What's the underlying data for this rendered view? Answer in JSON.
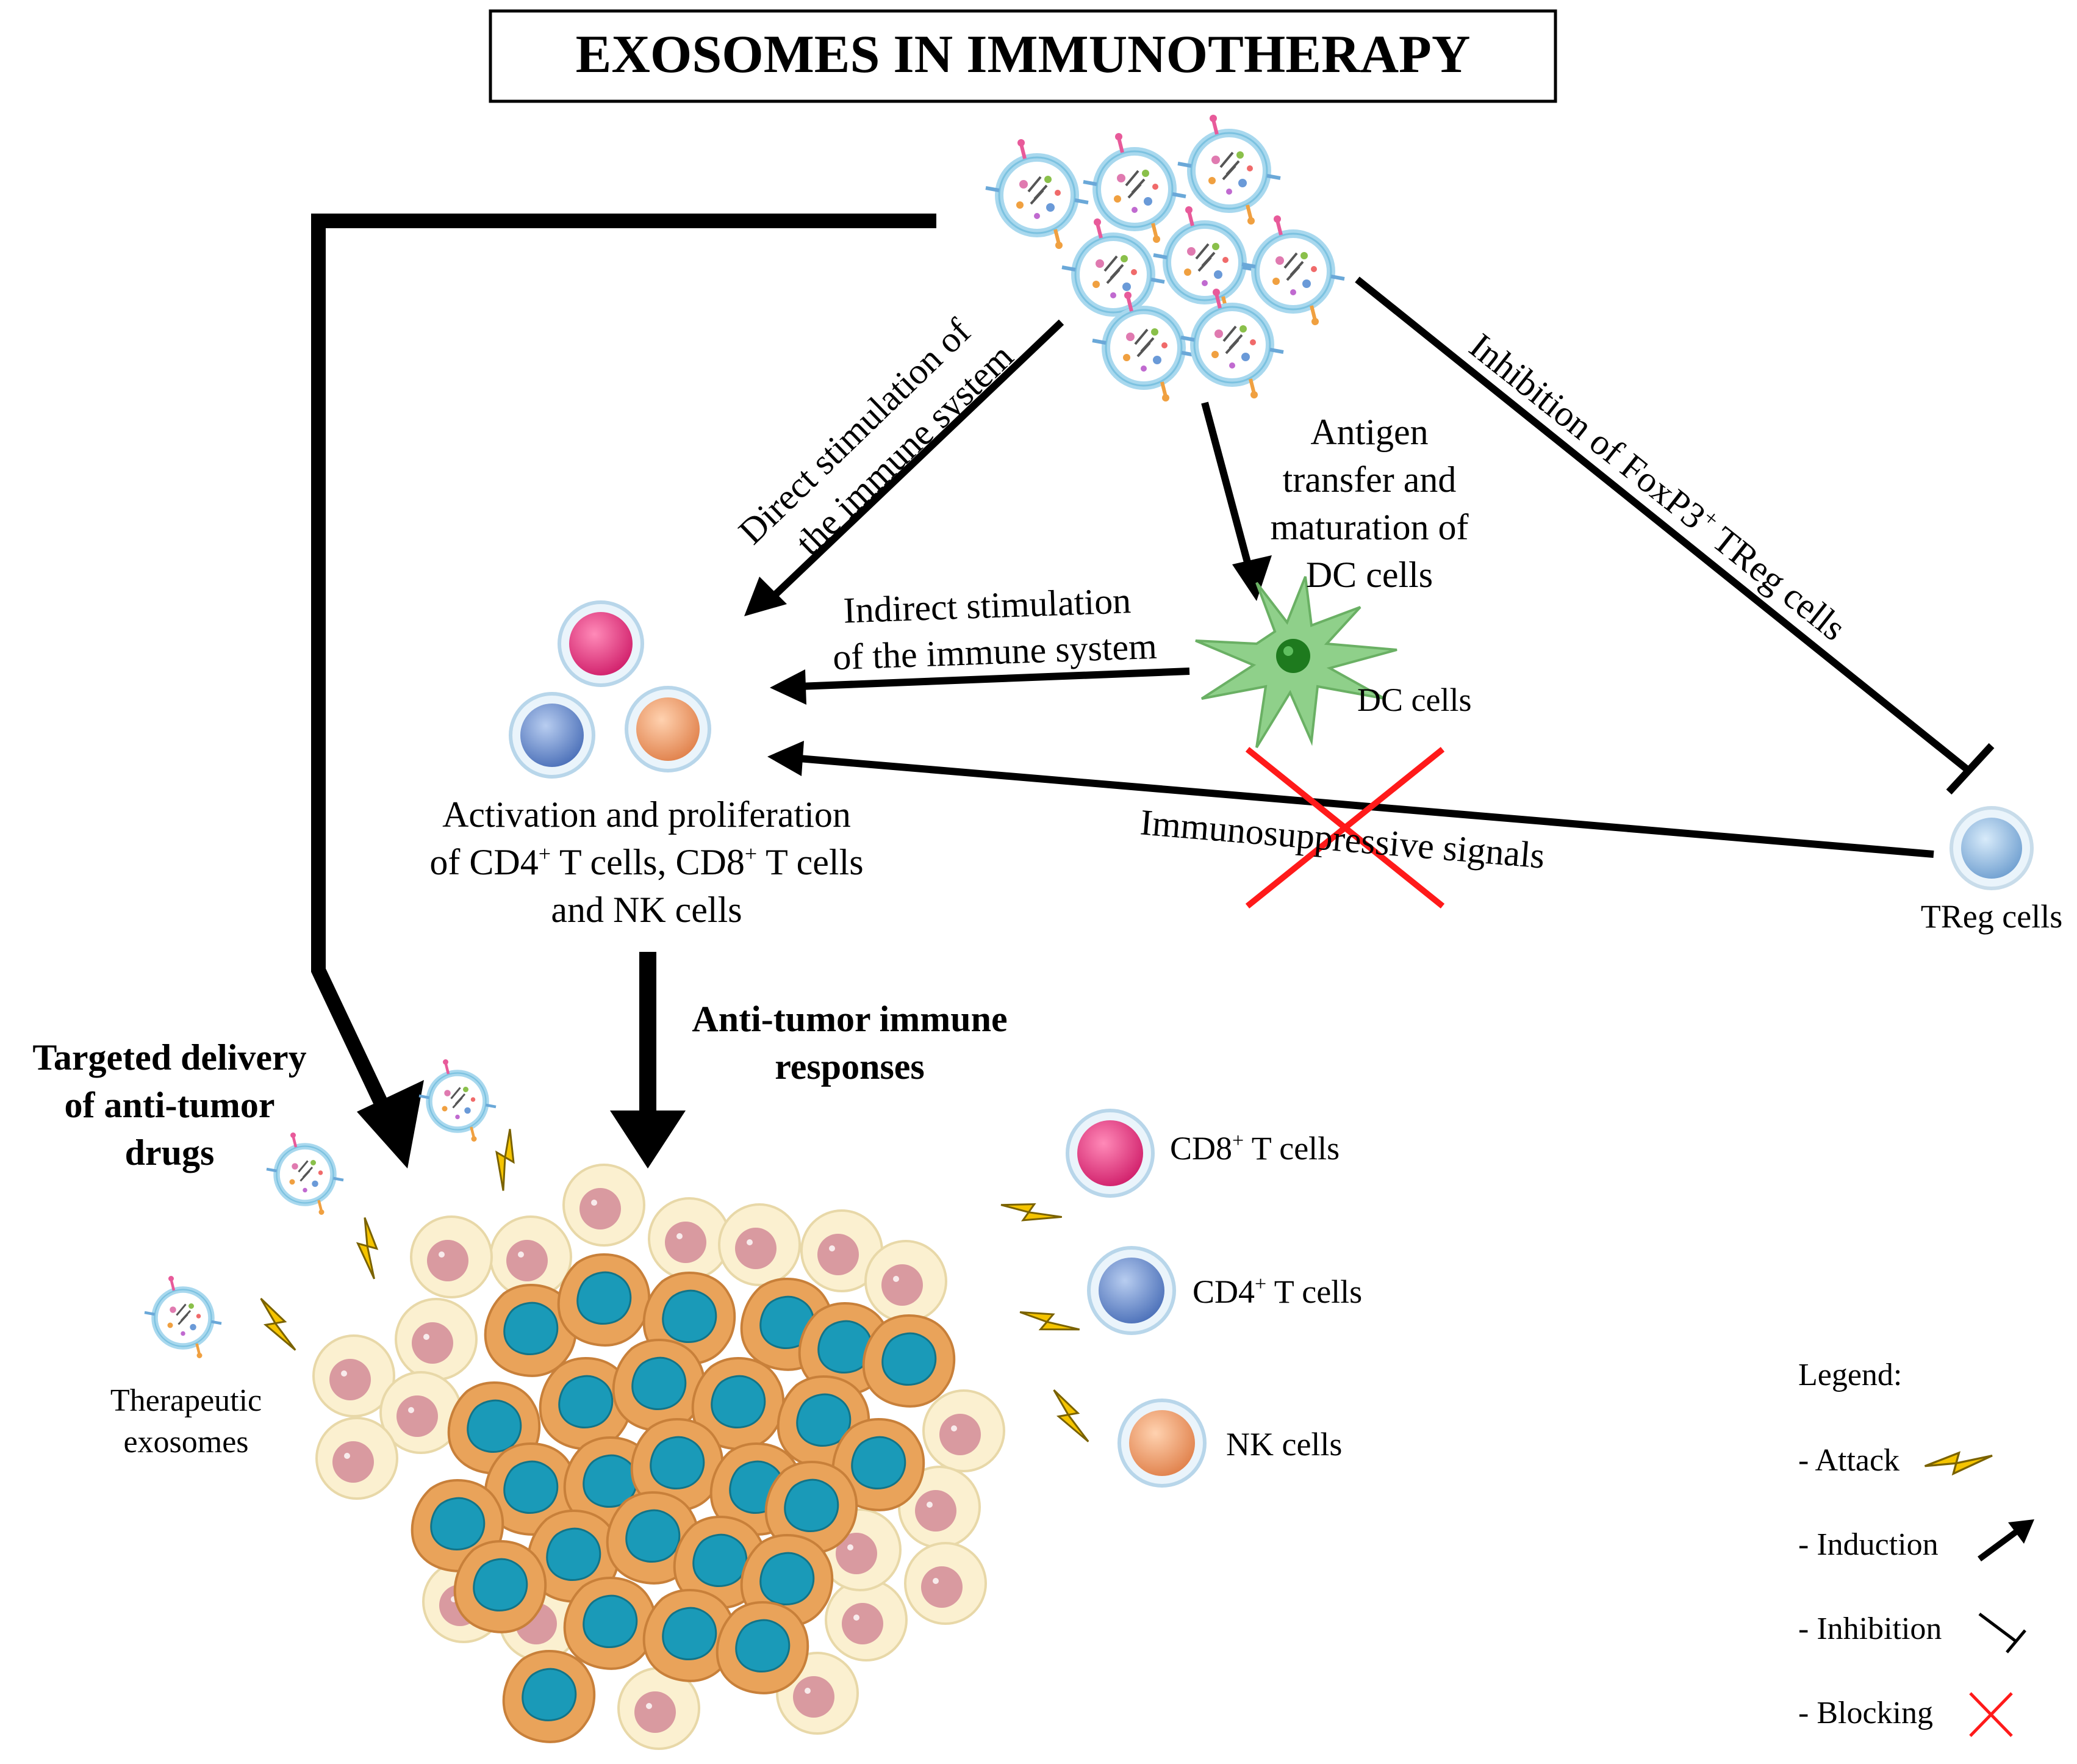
{
  "title": "EXOSOMES IN IMMUNOTHERAPY",
  "labels": {
    "direct_1": "Direct stimulation of",
    "direct_2": "the immune system",
    "antigen_1": "Antigen",
    "antigen_2": "transfer and",
    "antigen_3": "maturation of",
    "antigen_4": "DC cells",
    "inhibition": "Inhibition of FoxP3",
    "inhibition_sup": "+",
    "inhibition_tail": " TReg cells",
    "indirect_1": "Indirect stimulation",
    "indirect_2": "of the immune system",
    "dc_cells": "DC cells",
    "immunosuppressive": "Immunosuppressive signals",
    "treg_cells": "TReg cells",
    "activation_1": "Activation and proliferation",
    "activation_2a": "of CD4",
    "activation_2b": " T cells, CD8",
    "activation_2c": " T cells",
    "activation_3": "and NK cells",
    "sup_plus": "+",
    "anti_tumor_1": "Anti-tumor immune",
    "anti_tumor_2": "responses",
    "targeted_1": "Targeted delivery",
    "targeted_2": "of anti-tumor",
    "targeted_3": "drugs",
    "therapeutic_1": "Therapeutic",
    "therapeutic_2": "exosomes",
    "cd8_label_a": "CD8",
    "cd4_label_a": "CD4",
    "t_cells_suffix": " T cells",
    "nk_label": "NK cells"
  },
  "legend": {
    "title": "Legend:",
    "attack": "- Attack",
    "induction": "- Induction",
    "inhibition": "- Inhibition",
    "blocking": "- Blocking"
  },
  "colors": {
    "arrow": "#000000",
    "block_x": "#ff1a1a",
    "dc_cell": "#8fd08a",
    "dc_nucleus": "#1e7a1e",
    "cd8_cell": "#e8377f",
    "cd4_cell": "#6f8fd0",
    "nk_cell": "#f0a070",
    "treg_cell": "#8fb8e0",
    "tumor_cell": "#e9a35a",
    "tumor_nucleus": "#1a9ab8",
    "healthy_cell": "#fbf0d0",
    "healthy_nucleus": "#d99aa0",
    "lightning": "#f5c400",
    "exosome_membrane": "#a8d8ee"
  }
}
